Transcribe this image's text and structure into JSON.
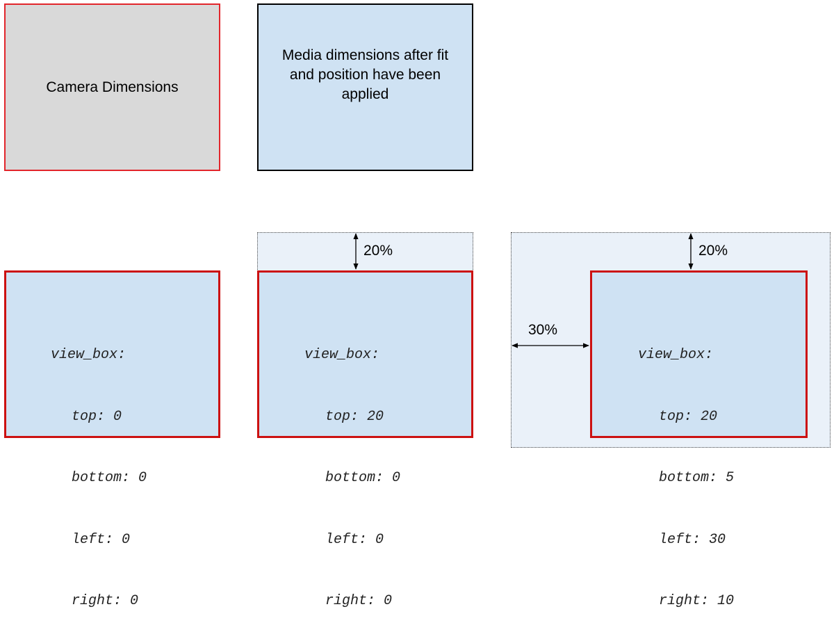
{
  "top_row": {
    "camera_label": "Camera Dimensions",
    "media_label": "Media dimensions after fit and position have been applied"
  },
  "examples": [
    {
      "heading": "view_box:",
      "fields": [
        {
          "name": "top",
          "value": "0"
        },
        {
          "name": "bottom",
          "value": "0"
        },
        {
          "name": "left",
          "value": "0"
        },
        {
          "name": "right",
          "value": "0"
        }
      ]
    },
    {
      "heading": "view_box:",
      "fields": [
        {
          "name": "top",
          "value": "20"
        },
        {
          "name": "bottom",
          "value": "0"
        },
        {
          "name": "left",
          "value": "0"
        },
        {
          "name": "right",
          "value": "0"
        }
      ],
      "top_offset": "20%"
    },
    {
      "heading": "view_box:",
      "fields": [
        {
          "name": "top",
          "value": "20"
        },
        {
          "name": "bottom",
          "value": "5"
        },
        {
          "name": "left",
          "value": "30"
        },
        {
          "name": "right",
          "value": "10"
        }
      ],
      "top_offset": "20%",
      "left_offset": "30%"
    }
  ],
  "colors": {
    "camera_fill": "#d9d9d9",
    "media_fill": "#cfe2f3",
    "media_extent_fill": "#eaf1f9",
    "view_box_border": "#cc1111",
    "camera_border": "#e2252b"
  }
}
